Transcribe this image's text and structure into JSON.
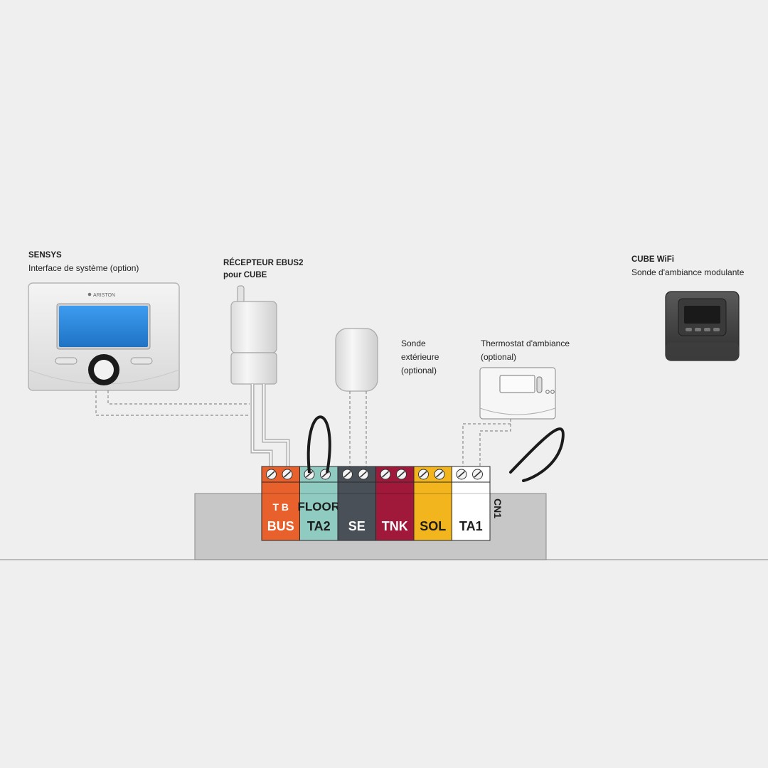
{
  "labels": {
    "sensys_title": "SENSYS",
    "sensys_sub": "Interface de système (option)",
    "sensys_brand": "ARISTON",
    "receiver_title_1": "RÉCEPTEUR EBUS2",
    "receiver_title_2": "pour CUBE",
    "outdoor_1": "Sonde",
    "outdoor_2": "extérieure",
    "outdoor_3": "(optional)",
    "thermostat_1": "Thermostat d'ambiance",
    "thermostat_2": "(optional)",
    "cube_title": "CUBE WiFi",
    "cube_sub": "Sonde d'ambiance modulante",
    "connector": "CN1"
  },
  "terminals": [
    {
      "id": "bus",
      "top": "T   B",
      "label": "BUS",
      "color": "#e8602c",
      "text": "#ffffff"
    },
    {
      "id": "floor",
      "top": "FLOOR",
      "label": "TA2",
      "color": "#8fcbc0",
      "text": "#1d1d1d"
    },
    {
      "id": "se",
      "top": "",
      "label": "SE",
      "color": "#4a5058",
      "text": "#ffffff"
    },
    {
      "id": "tnk",
      "top": "",
      "label": "TNK",
      "color": "#a0193a",
      "text": "#ffffff"
    },
    {
      "id": "sol",
      "top": "",
      "label": "SOL",
      "color": "#f2b51e",
      "text": "#1d1d1d"
    },
    {
      "id": "ta1",
      "top": "",
      "label": "TA1",
      "color": "#ffffff",
      "text": "#1d1d1d"
    }
  ],
  "colors": {
    "background": "#efefef",
    "board": "#c7c7c7",
    "sensys_screen": "#2f8fe0",
    "cube_body": "#4a4a4a"
  },
  "icons": [
    "sensys-device",
    "receiver-device",
    "outdoor-sensor",
    "room-thermostat",
    "cube-wifi-device",
    "wire-bridge"
  ]
}
